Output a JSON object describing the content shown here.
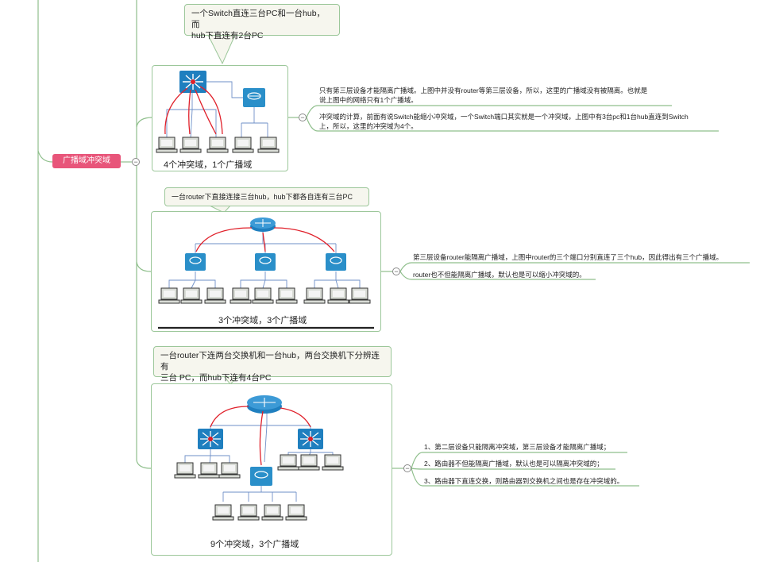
{
  "root": {
    "label": "广播域冲突域",
    "collapse_symbol": "−"
  },
  "section1": {
    "callout": [
      "一个Switch直连三台PC和一台hub，而",
      "hub下直连有2台PC"
    ],
    "caption": "4个冲突域，1个广播域",
    "notes": [
      [
        "只有第三层设备才能隔离广播域。上图中并没有router等第三层设备，所以，这里的广播域没有被隔离。也就是",
        "说上图中的网络只有1个广播域。"
      ],
      [
        "冲突域的计算，前面有说Switch能缩小冲突域，一个Switch端口其实就是一个冲突域，上图中有3台pc和1台hub直连到Switch",
        "上，所以，这里的冲突域为4个。"
      ]
    ]
  },
  "section2": {
    "callout": [
      "一台router下直接连接三台hub，hub下都各自连有三台PC"
    ],
    "caption": "3个冲突域，3个广播域",
    "notes": [
      [
        "第三层设备router能隔离广播域，上图中router的三个端口分别直连了三个hub，因此得出有三个广播域。"
      ],
      [
        "router也不但能隔离广播域，默认也是可以缩小冲突域的。"
      ]
    ]
  },
  "section3": {
    "callout": [
      "一台router下连两台交换机和一台hub，两台交换机下分辨连有",
      "三台 PC，而hub下连有4台PC"
    ],
    "caption": "9个冲突域，3个广播域",
    "notes": [
      [
        "1、第二层设备只能隔离冲突域，第三层设备才能隔离广播域；"
      ],
      [
        "2、路由器不但能隔离广播域，默认也是可以隔离冲突域的；"
      ],
      [
        "3、路由器下直连交换，则路由器到交换机之间也是存在冲突域的。"
      ]
    ]
  },
  "colors": {
    "root_fill": "#e8557a",
    "branch_line": "#8fbf8c",
    "frame_border": "#9cc79a",
    "callout_fill": "#f6f6ee",
    "red_arrow": "#e0202a",
    "device_blue": "#1f7fbf",
    "cable_blue": "#6e8fc7"
  },
  "icons": [
    "switch-icon",
    "hub-icon",
    "router-icon",
    "pc-icon",
    "red-arrow"
  ]
}
